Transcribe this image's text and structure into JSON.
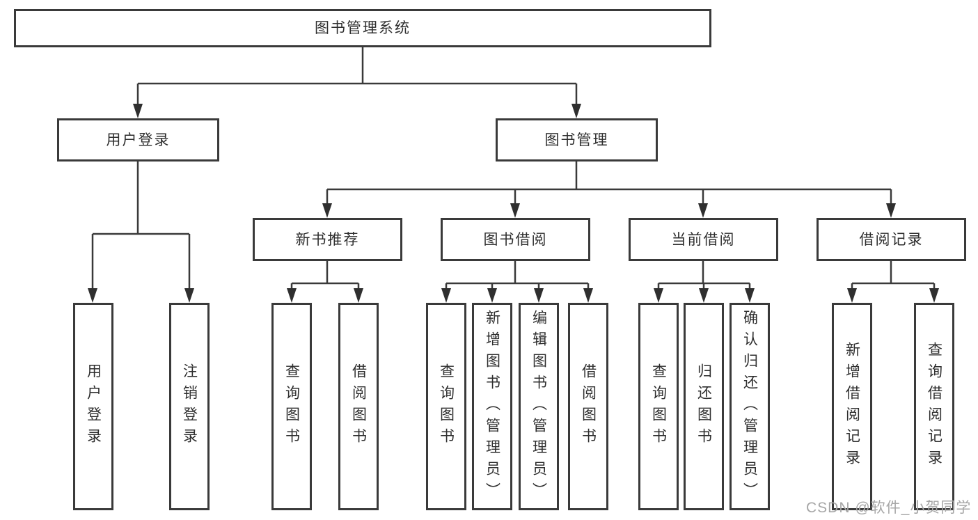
{
  "tree": {
    "root": {
      "label": "图书管理系统",
      "children": [
        {
          "label": "用户登录",
          "children": [
            {
              "label": "用户登录"
            },
            {
              "label": "注销登录"
            }
          ]
        },
        {
          "label": "图书管理",
          "children": [
            {
              "label": "新书推荐",
              "children": [
                {
                  "label": "查询图书"
                },
                {
                  "label": "借阅图书"
                }
              ]
            },
            {
              "label": "图书借阅",
              "children": [
                {
                  "label": "查询图书"
                },
                {
                  "label": "新增图书（管理员）"
                },
                {
                  "label": "编辑图书（管理员）"
                },
                {
                  "label": "借阅图书"
                }
              ]
            },
            {
              "label": "当前借阅",
              "children": [
                {
                  "label": "查询图书"
                },
                {
                  "label": "归还图书"
                },
                {
                  "label": "确认归还（管理员）"
                }
              ]
            },
            {
              "label": "借阅记录",
              "children": [
                {
                  "label": "新增借阅记录"
                },
                {
                  "label": "查询借阅记录"
                }
              ]
            }
          ]
        }
      ]
    }
  },
  "watermark": {
    "text": "CSDN @软件_小贺同学"
  },
  "colors": {
    "border": "#3a3a3a",
    "text": "#2e2e2e",
    "watermark": "#a6a6a6",
    "background": "#ffffff"
  }
}
